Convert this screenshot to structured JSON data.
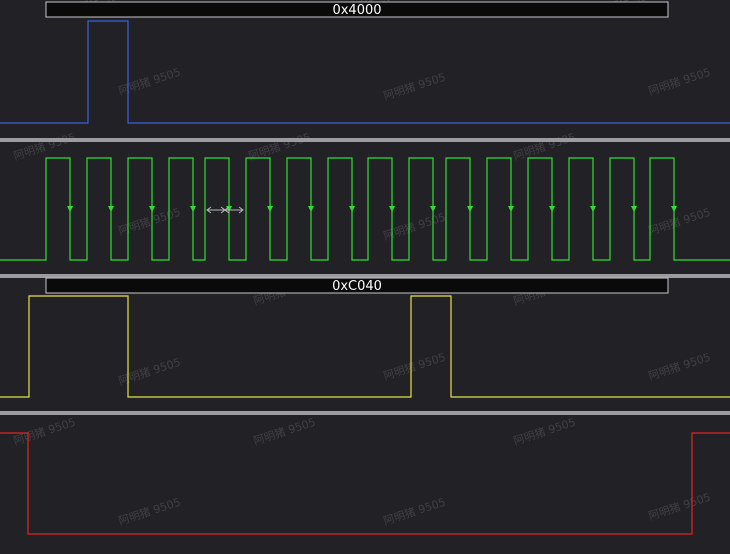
{
  "colors": {
    "background": "#222226",
    "channel_ch0": "#3a5fe0",
    "channel_ch1": "#2ee02e",
    "channel_ch2": "#e6df4a",
    "channel_ch3": "#e02424",
    "separator": "#9c9ca0",
    "proto_bar_fill": "#0a0a0a",
    "proto_bar_border": "#c8c8c8",
    "proto_text": "#ffffff",
    "watermark": "#45454a"
  },
  "decoded": {
    "ch0_label": "0x4000",
    "ch2_label": "0xC040"
  },
  "watermark": {
    "text": "阿明猪 9505"
  },
  "icons": {
    "clock_edge_marker": "arrow-down-icon",
    "period_measure": "double-arrow-icon"
  },
  "channels": [
    {
      "id": "ch0",
      "name_icon": "digital-channel",
      "color_key": "channel_ch0"
    },
    {
      "id": "ch1",
      "name_icon": "digital-channel",
      "color_key": "channel_ch1"
    },
    {
      "id": "ch2",
      "name_icon": "digital-channel",
      "color_key": "channel_ch2"
    },
    {
      "id": "ch3",
      "name_icon": "digital-channel",
      "color_key": "channel_ch3"
    }
  ]
}
